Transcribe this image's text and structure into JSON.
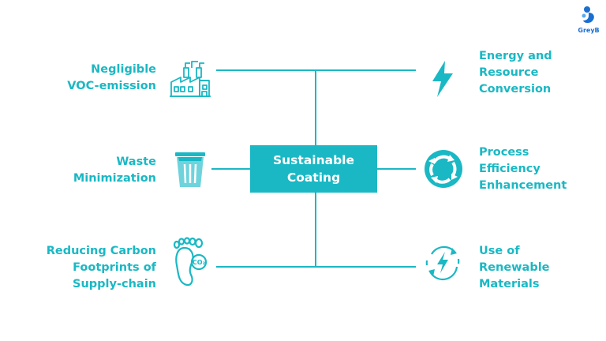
{
  "center": {
    "line1": "Sustainable",
    "line2": "Coating"
  },
  "left_items": [
    {
      "lines": [
        "Negligible",
        "VOC-emission"
      ],
      "icon": "factory-icon"
    },
    {
      "lines": [
        "Waste",
        "Minimization"
      ],
      "icon": "trash-bin-icon"
    },
    {
      "lines": [
        "Reducing Carbon",
        "Footprints of",
        "Supply-chain"
      ],
      "icon": "carbon-footprint-icon"
    }
  ],
  "right_items": [
    {
      "lines": [
        "Energy and",
        "Resource",
        "Conversion"
      ],
      "icon": "lightning-bolt-icon"
    },
    {
      "lines": [
        "Process",
        "Efficiency",
        "Enhancement"
      ],
      "icon": "cycle-arrows-icon"
    },
    {
      "lines": [
        "Use of",
        "Renewable",
        "Materials"
      ],
      "icon": "renewable-energy-icon"
    }
  ],
  "logo": {
    "text": "GreyB",
    "icon": "greyb-logo-icon"
  },
  "colors": {
    "accent": "#1ab8c4",
    "logo_blue": "#1a6fd0"
  }
}
